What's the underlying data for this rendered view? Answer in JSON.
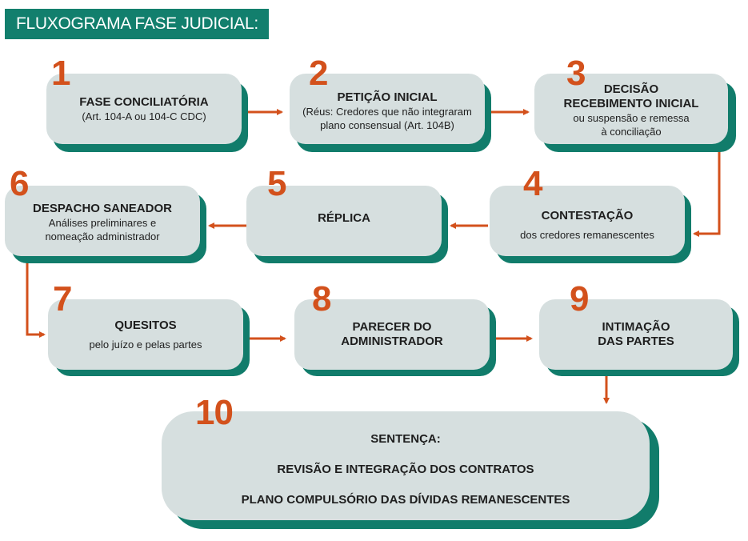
{
  "title": "FLUXOGRAMA FASE JUDICIAL:",
  "colors": {
    "accent": "#d3511c",
    "box": "#d6dfdf",
    "shadow": "#117c6b",
    "header": "#127f6d"
  },
  "steps": [
    {
      "number": "1",
      "heading": [
        "FASE CONCILIATÓRIA"
      ],
      "sub": [
        "(Art. 104-A ou 104-C CDC)"
      ]
    },
    {
      "number": "2",
      "heading": [
        "PETIÇÃO INICIAL"
      ],
      "sub": [
        "(Réus: Credores que não integraram",
        "plano consensual (Art. 104B)"
      ]
    },
    {
      "number": "3",
      "heading": [
        "DECISÃO",
        "RECEBIMENTO INICIAL"
      ],
      "sub": [
        "ou suspensão e remessa",
        "à conciliação"
      ]
    },
    {
      "number": "4",
      "heading": [
        "CONTESTAÇÃO"
      ],
      "sub": [
        "dos credores remanescentes"
      ]
    },
    {
      "number": "5",
      "heading": [
        "RÉPLICA"
      ],
      "sub": []
    },
    {
      "number": "6",
      "heading": [
        "DESPACHO SANEADOR"
      ],
      "sub": [
        "Análises preliminares e",
        "nomeação administrador"
      ]
    },
    {
      "number": "7",
      "heading": [
        "QUESITOS"
      ],
      "sub": [
        "pelo juízo e pelas partes"
      ]
    },
    {
      "number": "8",
      "heading": [
        "PARECER DO",
        "ADMINISTRADOR"
      ],
      "sub": []
    },
    {
      "number": "9",
      "heading": [
        "INTIMAÇÃO",
        "DAS PARTES"
      ],
      "sub": []
    },
    {
      "number": "10",
      "heading": [
        "SENTENÇA:",
        "REVISÃO E INTEGRAÇÃO DOS CONTRATOS",
        "PLANO COMPULSÓRIO DAS DÍVIDAS REMANESCENTES"
      ],
      "sub": []
    }
  ]
}
